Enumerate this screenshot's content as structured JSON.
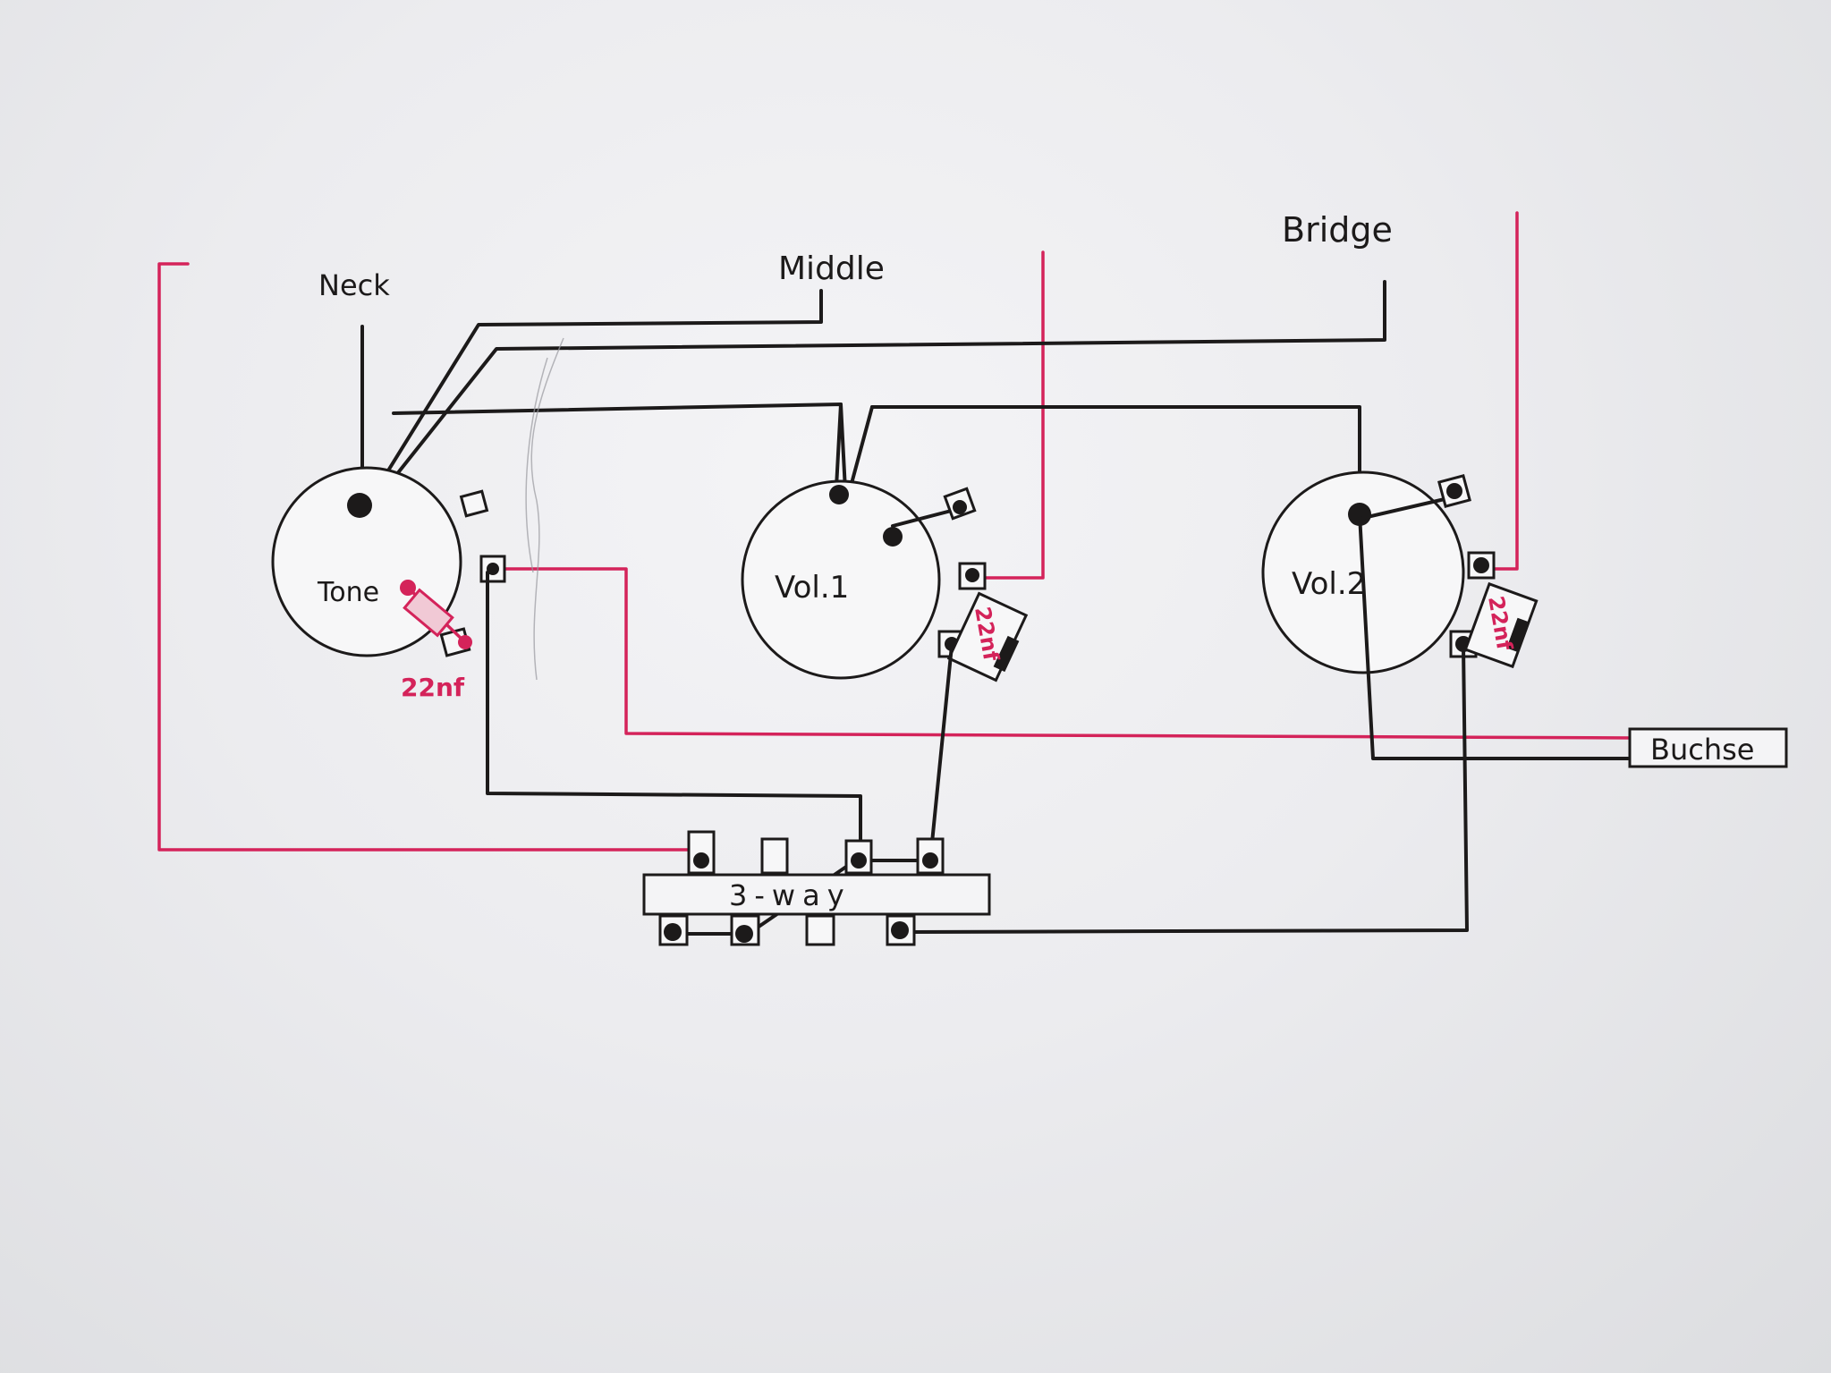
{
  "labels": {
    "neck": "Neck",
    "middle": "Middle",
    "bridge": "Bridge",
    "tone": "Tone",
    "vol1": "Vol.1",
    "vol2": "Vol.2",
    "cap_tone": "22nf",
    "cap_vol1": "22nf",
    "cap_vol2": "22nf",
    "switch": "3-way",
    "jack": "Buchse"
  },
  "colors": {
    "ink": "#1c1a1a",
    "red_wire": "#d4235a",
    "paper": "#ececef"
  }
}
